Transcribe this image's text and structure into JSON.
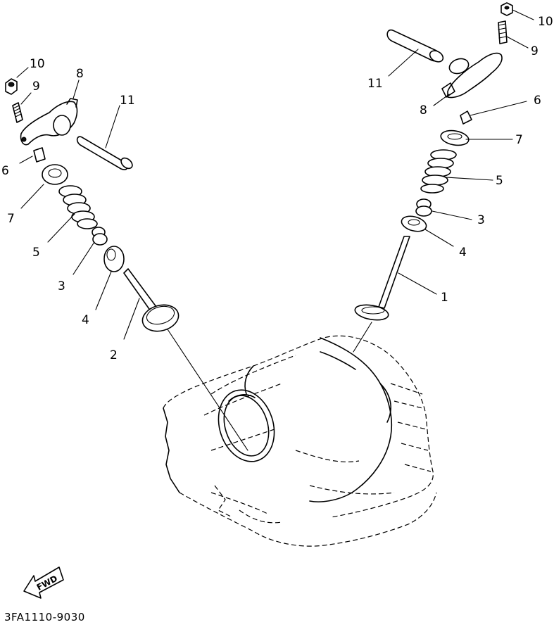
{
  "callouts": [
    "1",
    "2",
    "3",
    "4",
    "5",
    "6",
    "7",
    "8",
    "9",
    "10",
    "11"
  ],
  "fwd_label": "FWD",
  "drawing_code": "3FA1110-9030"
}
